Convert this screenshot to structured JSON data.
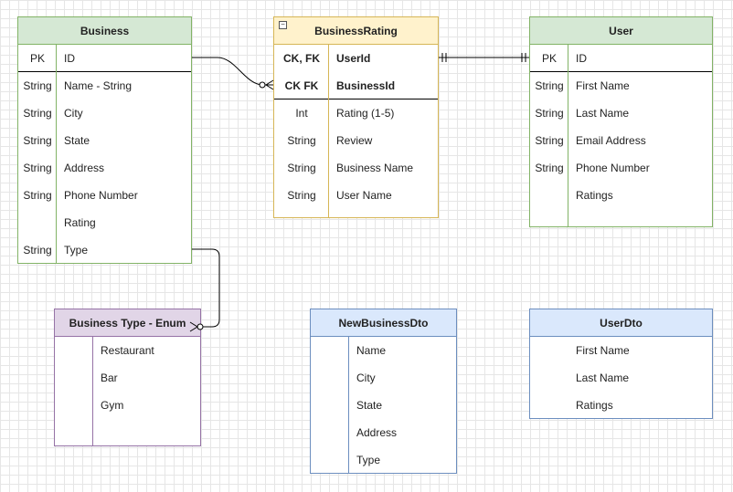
{
  "business": {
    "title": "Business",
    "key_type": "PK",
    "key_name": "ID",
    "rows": [
      {
        "type": "String",
        "name": "Name - String"
      },
      {
        "type": "String",
        "name": "City"
      },
      {
        "type": "String",
        "name": "State"
      },
      {
        "type": "String",
        "name": "Address"
      },
      {
        "type": "String",
        "name": "Phone Number"
      },
      {
        "type": "",
        "name": "Rating"
      },
      {
        "type": "String",
        "name": "Type"
      }
    ]
  },
  "business_rating": {
    "title": "BusinessRating",
    "collapse_icon": "minus-icon",
    "keys": [
      {
        "type": "CK, FK",
        "name": "UserId"
      },
      {
        "type": "CK FK",
        "name": "BusinessId"
      }
    ],
    "rows": [
      {
        "type": "Int",
        "name": "Rating (1-5)"
      },
      {
        "type": "String",
        "name": "Review"
      },
      {
        "type": "String",
        "name": "Business Name"
      },
      {
        "type": "String",
        "name": "User Name"
      }
    ]
  },
  "user": {
    "title": "User",
    "key_type": "PK",
    "key_name": "ID",
    "rows": [
      {
        "type": "String",
        "name": "First Name"
      },
      {
        "type": "String",
        "name": "Last Name"
      },
      {
        "type": "String",
        "name": "Email Address"
      },
      {
        "type": "String",
        "name": "Phone Number"
      },
      {
        "type": "",
        "name": "Ratings"
      }
    ]
  },
  "business_type": {
    "title": "Business Type - Enum",
    "rows": [
      "Restaurant",
      "Bar",
      "Gym"
    ]
  },
  "new_business_dto": {
    "title": "NewBusinessDto",
    "rows": [
      "Name",
      "City",
      "State",
      "Address",
      "Type"
    ]
  },
  "user_dto": {
    "title": "UserDto",
    "rows": [
      "First Name",
      "Last Name",
      "Ratings"
    ]
  },
  "colors": {
    "entity_fill": "#d5e8d4",
    "entity_stroke": "#82b366",
    "assoc_fill": "#fff2cc",
    "assoc_stroke": "#d6b656",
    "enum_fill": "#e1d5e7",
    "enum_stroke": "#9673a6",
    "dto_fill": "#dae8fc",
    "dto_stroke": "#6c8ebf"
  }
}
